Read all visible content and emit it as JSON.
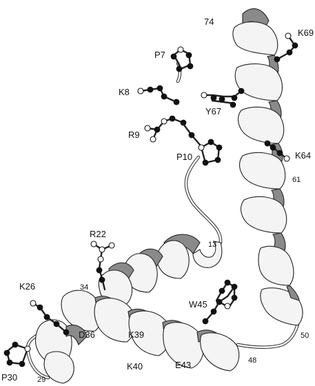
{
  "labels": {
    "res74": "74",
    "K69": "K69",
    "P7": "P7",
    "K8": "K8",
    "Y67": "Y67",
    "R9": "R9",
    "P10": "P10",
    "K64": "K64",
    "res61": "61",
    "res13": "13",
    "R22": "R22",
    "res34": "34",
    "K26": "K26",
    "W45": "W45",
    "D36": "D36",
    "K39": "K39",
    "res50": "50",
    "res48": "48",
    "P30": "P30",
    "K40": "K40",
    "E43": "E43",
    "res29": "29"
  }
}
